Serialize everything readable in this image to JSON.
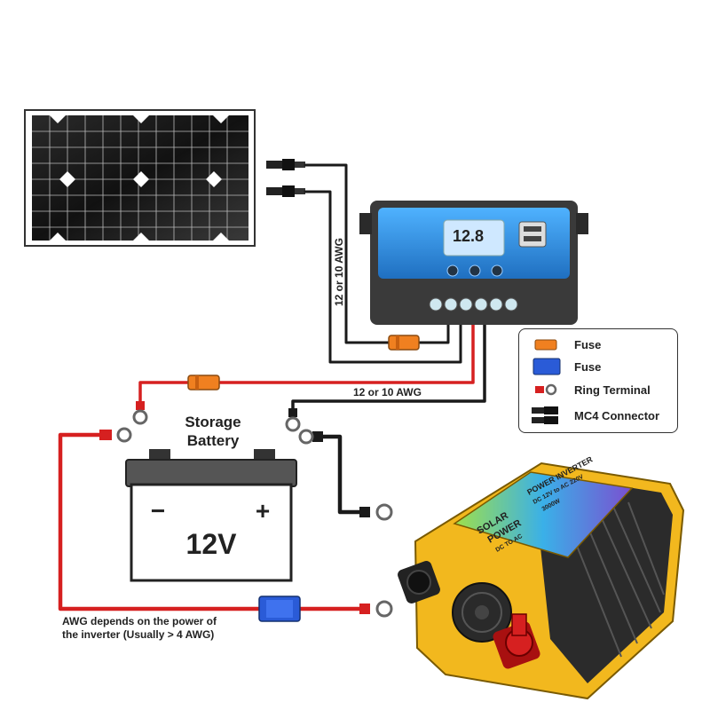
{
  "labels": {
    "wire_gauge_vertical": "12 or 10 AWG",
    "wire_gauge_horizontal": "12 or 10 AWG",
    "battery_title_line1": "Storage",
    "battery_title_line2": "Battery",
    "battery_minus": "−",
    "battery_plus": "+",
    "battery_voltage": "12V",
    "inverter_note_line1": "AWG depends on the power of",
    "inverter_note_line2": "the inverter (Usually > 4 AWG)",
    "controller_display": "12.8",
    "inverter_brand_line1": "SOLAR",
    "inverter_brand_line2": "POWER",
    "inverter_brand_line3": "DC TO AC",
    "inverter_header_line1": "POWER INVERTER",
    "inverter_header_line2": "DC 12V to AC 220V",
    "inverter_header_line3": "3000W"
  },
  "legend": {
    "items": [
      {
        "icon": "orange-fuse-icon",
        "label": "Fuse"
      },
      {
        "icon": "blue-fuse-icon",
        "label": "Fuse"
      },
      {
        "icon": "ring-terminal-icon",
        "label": "Ring Terminal"
      },
      {
        "icon": "mc4-connector-icon",
        "label": "MC4 Connector"
      }
    ]
  },
  "colors": {
    "positive_wire": "#d62020",
    "negative_wire": "#1a1a1a",
    "orange_fuse": "#f08020",
    "blue_fuse": "#2a5bd7",
    "controller_face": "#2f8fe0",
    "inverter_body": "#f2b81e"
  }
}
